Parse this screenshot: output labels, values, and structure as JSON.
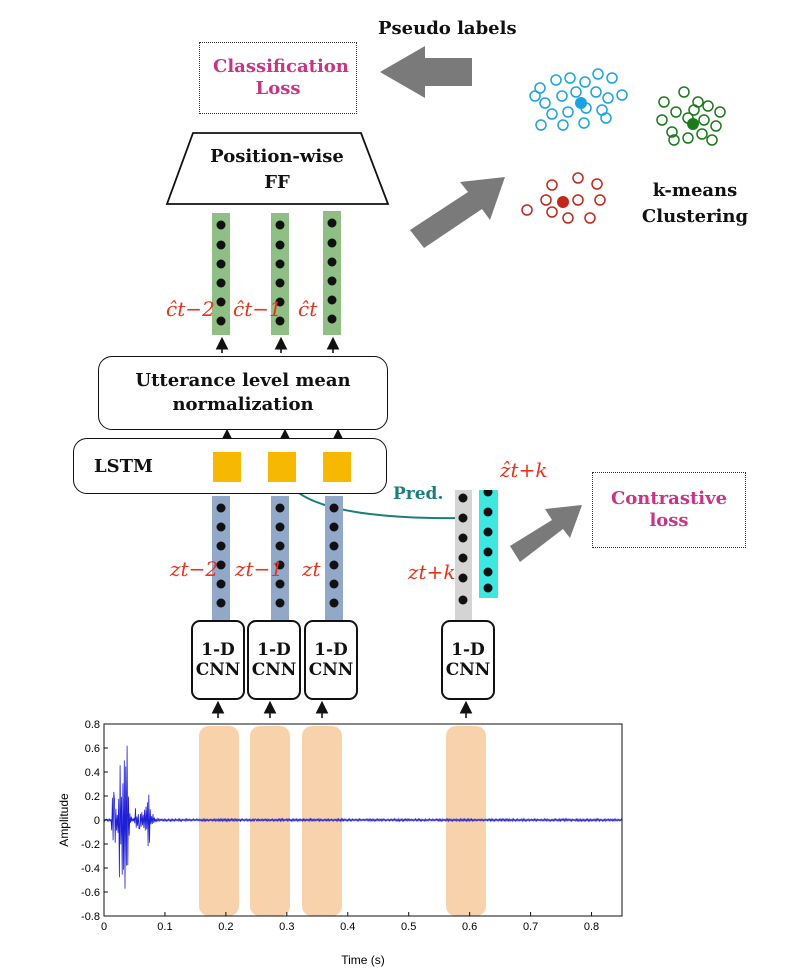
{
  "top": {
    "pseudo_labels": "Pseudo labels",
    "classification_loss": "Classification Loss",
    "kmeans": "k-means Clustering",
    "position_ff": "Position-wise FF"
  },
  "middle": {
    "mean_norm": "Utterance level mean normalization",
    "lstm": "LSTM",
    "pred": "Pred.",
    "contrastive_loss": "Contrastive loss"
  },
  "labels": {
    "c_hat": [
      "ĉt−2",
      "ĉt−1",
      "ĉt"
    ],
    "z": [
      "zt−2",
      "zt−1",
      "zt",
      "zt+k"
    ],
    "z_hat": "ẑt+k"
  },
  "cnn_label": "1-D CNN",
  "waveform": {
    "ylabel": "Amplitude",
    "xlabel": "Time (s)",
    "yticks": [
      "0.8",
      "0.6",
      "0.4",
      "0.2",
      "0",
      "-0.2",
      "-0.4",
      "-0.6",
      "-0.8"
    ],
    "xticks": [
      "0",
      "0.1",
      "0.2",
      "0.3",
      "0.4",
      "0.5",
      "0.6",
      "0.7",
      "0.8"
    ]
  }
}
